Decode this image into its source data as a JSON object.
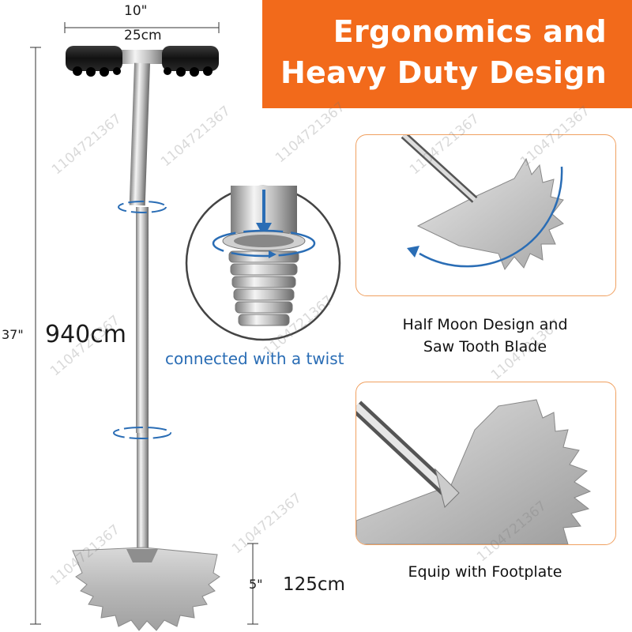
{
  "banner": {
    "line1": "Ergonomics and",
    "line2": "Heavy Duty Design",
    "color": "#f26a1b"
  },
  "dimensions": {
    "handle_width_in": "10\"",
    "handle_width_cm": "25cm",
    "total_height_in": "37\"",
    "total_height_cm": "940cm",
    "blade_height_in": "5\"",
    "blade_height_cm": "125cm"
  },
  "twist_callout": {
    "label": "connected with a twist",
    "color": "#2a6db5"
  },
  "features": [
    {
      "caption_line1": "Half Moon Design and",
      "caption_line2": "Saw Tooth Blade"
    },
    {
      "caption_line1": "Equip with Footplate",
      "caption_line2": ""
    }
  ],
  "watermark": "1104721367"
}
